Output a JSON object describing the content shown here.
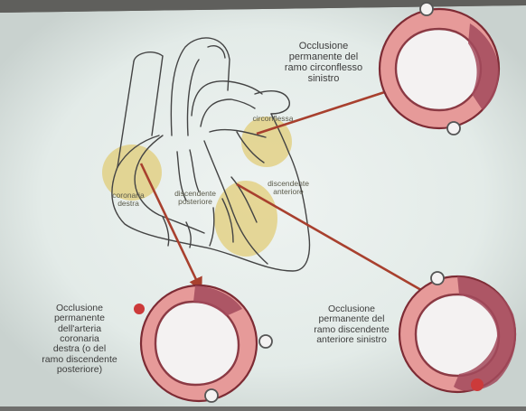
{
  "colors": {
    "screen": "#e4ecea",
    "heart_outline": "#444444",
    "highlight": "#e0c55c",
    "arrow": "#a8402e",
    "ring": "#e69a99",
    "lumen": "#f4f2f2",
    "infarct": "#a24a5c",
    "ring_outline": "#7d2b34"
  },
  "heart_labels": {
    "right_coronary": "coronaria\ndestra",
    "posterior_descending": "discendente\nposteriore",
    "circumflex": "circonflessa",
    "anterior_descending": "discendente\nanteriore"
  },
  "captions": {
    "circumflex_occlusion": "Occlusione\npermanente del\nramo circonflesso\nsinistro",
    "right_coronary_occlusion": "Occlusione\npermanente\ndell'arteria\ncoronaria\ndestra (o del\nramo discendente\nposteriore)",
    "lad_occlusion": "Occlusione\npermanente del\nramo discendente\nanteriore sinistro"
  }
}
